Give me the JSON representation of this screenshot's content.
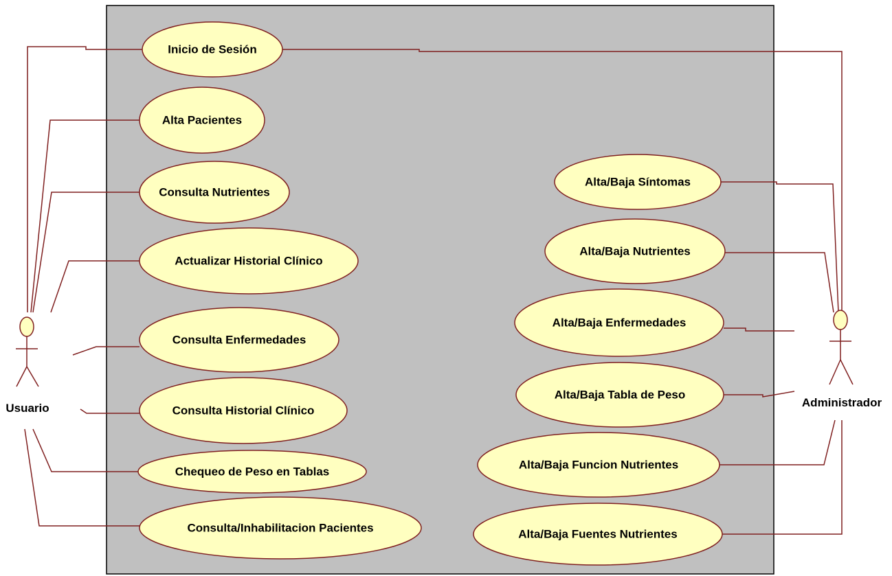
{
  "diagram": {
    "type": "uml-use-case",
    "colors": {
      "system_boundary_fill": "#c0c0c0",
      "system_boundary_stroke": "#000000",
      "use_case_fill": "#ffffc0",
      "use_case_stroke": "#7f1f1f",
      "association_line": "#7f1f1f",
      "actor_head_fill": "#ffffc0",
      "actor_stroke": "#7f1f1f"
    },
    "actors": [
      {
        "id": "usuario",
        "name": "Usuario",
        "icon": "stick-figure-actor-icon"
      },
      {
        "id": "administrador",
        "name": "Administrador",
        "icon": "stick-figure-actor-icon"
      }
    ],
    "use_cases": [
      {
        "id": "inicio_sesion",
        "name": "Inicio de Sesión",
        "actors": [
          "usuario",
          "administrador"
        ]
      },
      {
        "id": "alta_pacientes",
        "name": "Alta Pacientes",
        "actors": [
          "usuario"
        ]
      },
      {
        "id": "consulta_nutrientes",
        "name": "Consulta Nutrientes",
        "actors": [
          "usuario"
        ]
      },
      {
        "id": "actualizar_historial",
        "name": "Actualizar Historial Clínico",
        "actors": [
          "usuario"
        ]
      },
      {
        "id": "consulta_enfermedades",
        "name": "Consulta Enfermedades",
        "actors": [
          "usuario"
        ]
      },
      {
        "id": "consulta_historial",
        "name": "Consulta Historial Clínico",
        "actors": [
          "usuario"
        ]
      },
      {
        "id": "chequeo_peso",
        "name": "Chequeo de Peso en Tablas",
        "actors": [
          "usuario"
        ]
      },
      {
        "id": "consulta_inhabilitacion",
        "name": "Consulta/Inhabilitacion Pacientes",
        "actors": [
          "usuario"
        ]
      },
      {
        "id": "ab_sintomas",
        "name": "Alta/Baja Síntomas",
        "actors": [
          "administrador"
        ]
      },
      {
        "id": "ab_nutrientes",
        "name": "Alta/Baja Nutrientes",
        "actors": [
          "administrador"
        ]
      },
      {
        "id": "ab_enfermedades",
        "name": "Alta/Baja Enfermedades",
        "actors": [
          "administrador"
        ]
      },
      {
        "id": "ab_tabla_peso",
        "name": "Alta/Baja Tabla de Peso",
        "actors": [
          "administrador"
        ]
      },
      {
        "id": "ab_funcion_nutrientes",
        "name": "Alta/Baja Funcion Nutrientes",
        "actors": [
          "administrador"
        ]
      },
      {
        "id": "ab_fuentes_nutrientes",
        "name": "Alta/Baja Fuentes Nutrientes",
        "actors": [
          "administrador"
        ]
      }
    ]
  }
}
